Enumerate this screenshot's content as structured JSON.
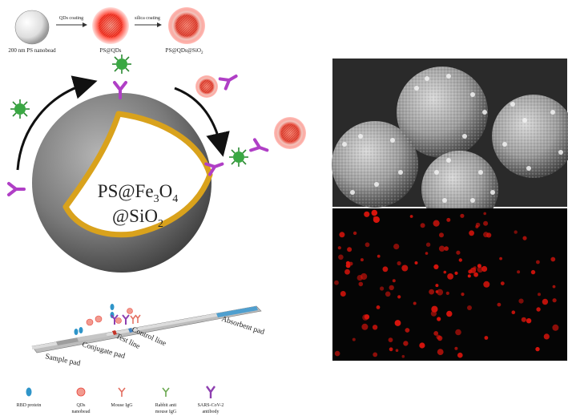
{
  "synthesis": {
    "step1_arrow": "QDs coating",
    "step2_arrow": "silica coating",
    "bead1": "200 nm PS nanobead",
    "bead2": "PS@QDs",
    "bead3": "PS@QDs@SiO",
    "bead3_sub": "2"
  },
  "core_particle": {
    "line1": "PS@Fe",
    "line1_sub1": "3",
    "line1_mid": "O",
    "line1_sub2": "4",
    "line2": "@SiO",
    "line2_sub": "2"
  },
  "strip": {
    "sample_pad": "Sample pad",
    "conjugate_pad": "Conjugate pad",
    "test_line": "Test line",
    "control_line": "Control line",
    "absorbent_pad": "Absorbent pad"
  },
  "legend": [
    {
      "line1": "RBD protein",
      "line2": "",
      "icon": "rbd-protein-icon",
      "color": "#2f95c9"
    },
    {
      "line1": "QDs",
      "line2": "nanobead",
      "icon": "qds-nanobead-icon",
      "color": "#e8453c"
    },
    {
      "line1": "Mouse IgG",
      "line2": "",
      "icon": "mouse-igg-icon",
      "color": "#e36d5f"
    },
    {
      "line1": "Rabbit anti",
      "line2": "mouse IgG",
      "icon": "rabbit-igg-icon",
      "color": "#6aa84f"
    },
    {
      "line1": "SARS-CoV-2",
      "line2": "antibody",
      "icon": "sars-antibody-icon",
      "color": "#8e3fb0"
    }
  ],
  "colors": {
    "shell": "#7a7a7a",
    "gold": "#d9a21c",
    "antibody": "#b03fc6",
    "qd": "#ff3a2a",
    "rbd": "#3aa843"
  }
}
